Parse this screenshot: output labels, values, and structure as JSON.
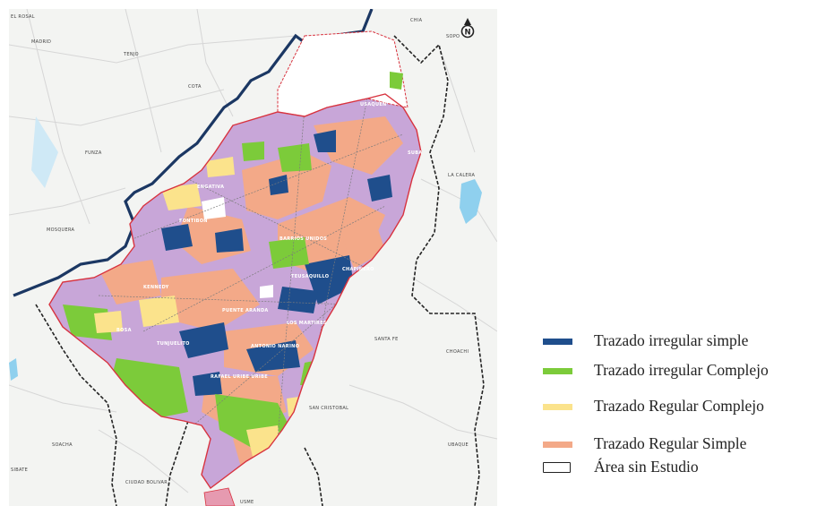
{
  "map": {
    "north_arrow_label": "N",
    "place_labels": [
      "EL ROSAL",
      "MADRID",
      "TENJO",
      "CHIA",
      "SOPO",
      "COTA",
      "FUNZA",
      "LA CALERA",
      "MOSQUERA",
      "SUBA",
      "ENGATIVA",
      "FONTIBON",
      "BARRIOS UNIDOS",
      "TEUSAQUILLO",
      "CHAPINERO",
      "KENNEDY",
      "PUENTE ARANDA",
      "LOS MARTIRES",
      "SANTA FE",
      "CHOACHI",
      "BOSA",
      "TUNJUELITO",
      "ANTONIO NARINO",
      "RAFAEL URIBE URIBE",
      "SAN CRISTOBAL",
      "SOACHA",
      "UBAQUE",
      "CIUDAD BOLIVAR",
      "SIBATE",
      "USAQUEN",
      "USME"
    ]
  },
  "legend": {
    "items": [
      {
        "label": "Trazado irregular simple",
        "color": "#1f4e8c",
        "icon": "dark-blue-swatch"
      },
      {
        "label": "Trazado irregular Complejo",
        "color": "#7ccb3a",
        "icon": "green-swatch"
      },
      {
        "label": "Trazado Regular Complejo",
        "color": "#fbe38c",
        "icon": "yellow-swatch"
      },
      {
        "label": "Trazado Regular Simple",
        "color": "#f3a988",
        "icon": "salmon-swatch"
      },
      {
        "label": "Área sin Estudio",
        "color": "#ffffff",
        "icon": "empty-box-swatch"
      }
    ]
  }
}
